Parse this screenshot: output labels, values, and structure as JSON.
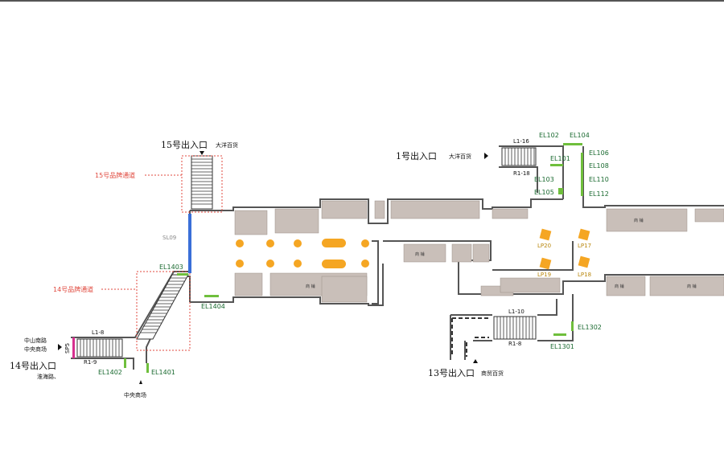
{
  "colors": {
    "wall": "#555555",
    "shop": "#c9bfb9",
    "pillar": "#f5a623",
    "elevator": "#6fbf3c",
    "channel": "#e04a3f",
    "sl_bar": "#3a6fd8",
    "pink_bar": "#d62f8f"
  },
  "entrances": {
    "e15": {
      "title": "15号出入口",
      "sub": "大洋百货"
    },
    "e1": {
      "title": "1号出入口",
      "sub": "大洋百货"
    },
    "e14": {
      "title": "14号出入口",
      "sub": "淮海路、",
      "side_top": "中山南路",
      "side_bottom": "中央商场"
    },
    "e13": {
      "title": "13号出入口",
      "sub": "商贸百货"
    },
    "bottom_exit": {
      "label": "中央商场"
    }
  },
  "channels": {
    "c15": "15号品牌通道",
    "c14": "14号品牌通道"
  },
  "sl_label": "SL09",
  "elevators": {
    "el102": "EL102",
    "el104": "EL104",
    "el101": "EL101",
    "el103": "EL103",
    "el105": "EL105",
    "el106": "EL106",
    "el108": "EL108",
    "el110": "EL110",
    "el112": "EL112",
    "el1403": "EL1403",
    "el1404": "EL1404",
    "el1402": "EL1402",
    "el1401": "EL1401",
    "el1302": "EL1302",
    "el1301": "EL1301"
  },
  "stairs": {
    "l1_16": "L1-16",
    "r1_18": "R1-18",
    "l1_8": "L1-8",
    "r1_9": "R1-9",
    "l1_10": "L1-10",
    "r1_8": "R1-8",
    "vertical_code": "SP5"
  },
  "lightboxes": {
    "lp20": "LP20",
    "lp17": "LP17",
    "lp19": "LP19",
    "lp18": "LP18"
  },
  "shop_label": "商  铺"
}
